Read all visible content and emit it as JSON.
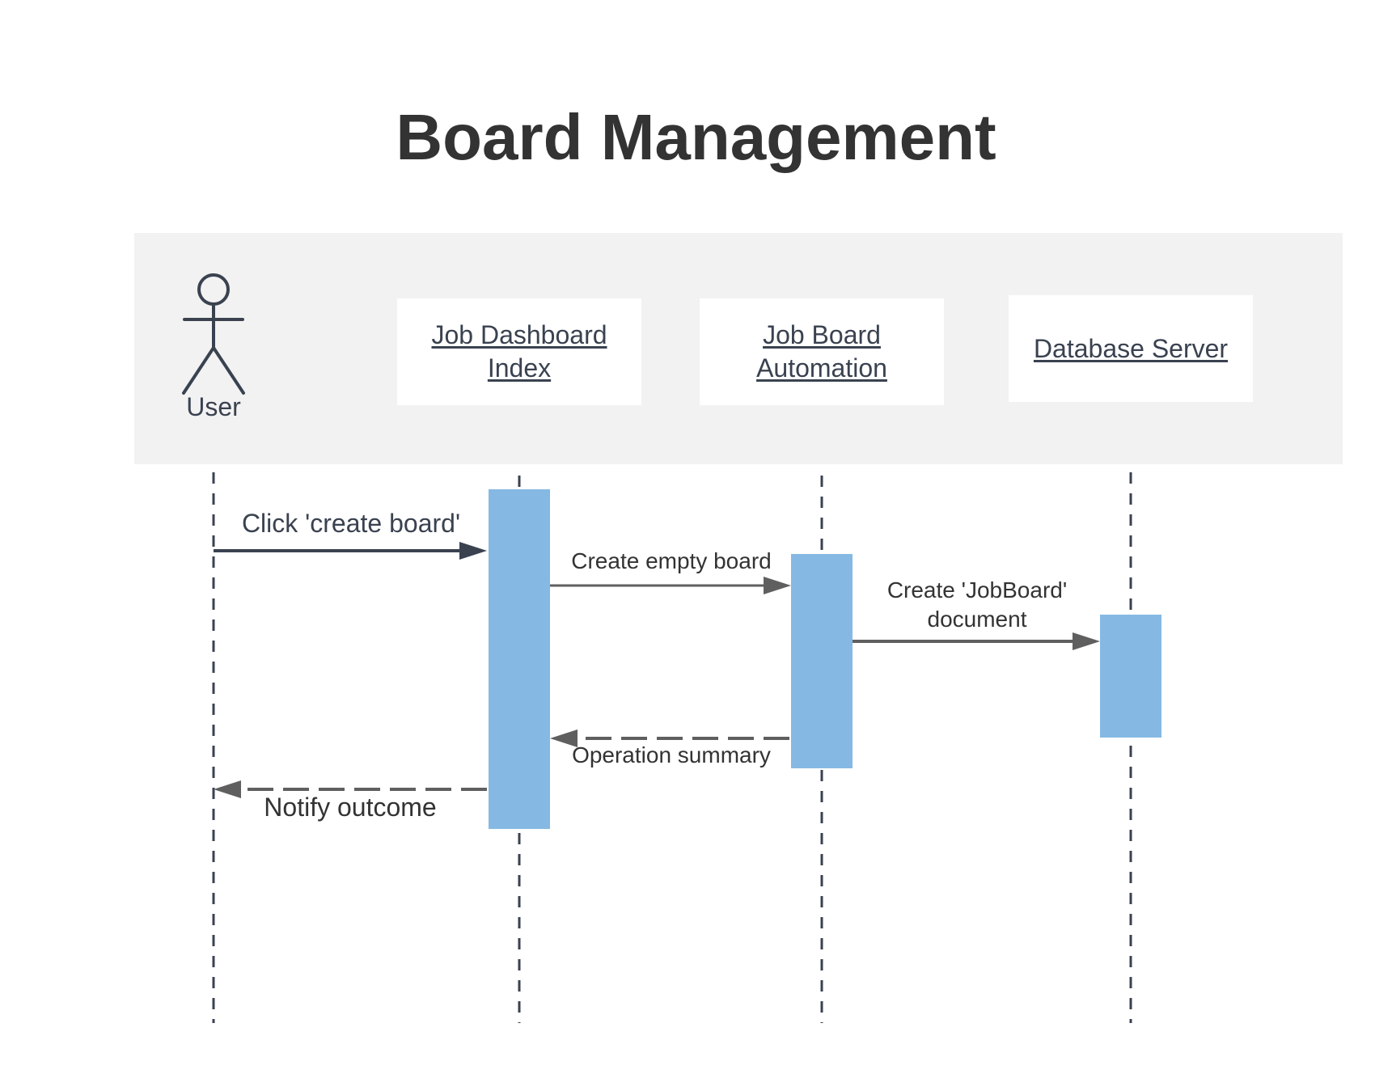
{
  "title": "Board Management",
  "actor": {
    "label": "User"
  },
  "participants": [
    {
      "label": "Job Dashboard Index"
    },
    {
      "label": "Job Board Automation"
    },
    {
      "label": "Database Server"
    }
  ],
  "messages": [
    {
      "label": "Click 'create board'",
      "style": "solid"
    },
    {
      "label": "Create empty board",
      "style": "solid"
    },
    {
      "label": "Create 'JobBoard' document",
      "style": "solid"
    },
    {
      "label": "Operation summary",
      "style": "dashed"
    },
    {
      "label": "Notify outcome",
      "style": "dashed"
    }
  ],
  "colors": {
    "title": "#333333",
    "header_band": "#f2f2f2",
    "lifeline": "#3a4250",
    "activation": "#85b9e3",
    "arrow_dark": "#3a4250",
    "arrow_gray": "#5f5f5f"
  }
}
